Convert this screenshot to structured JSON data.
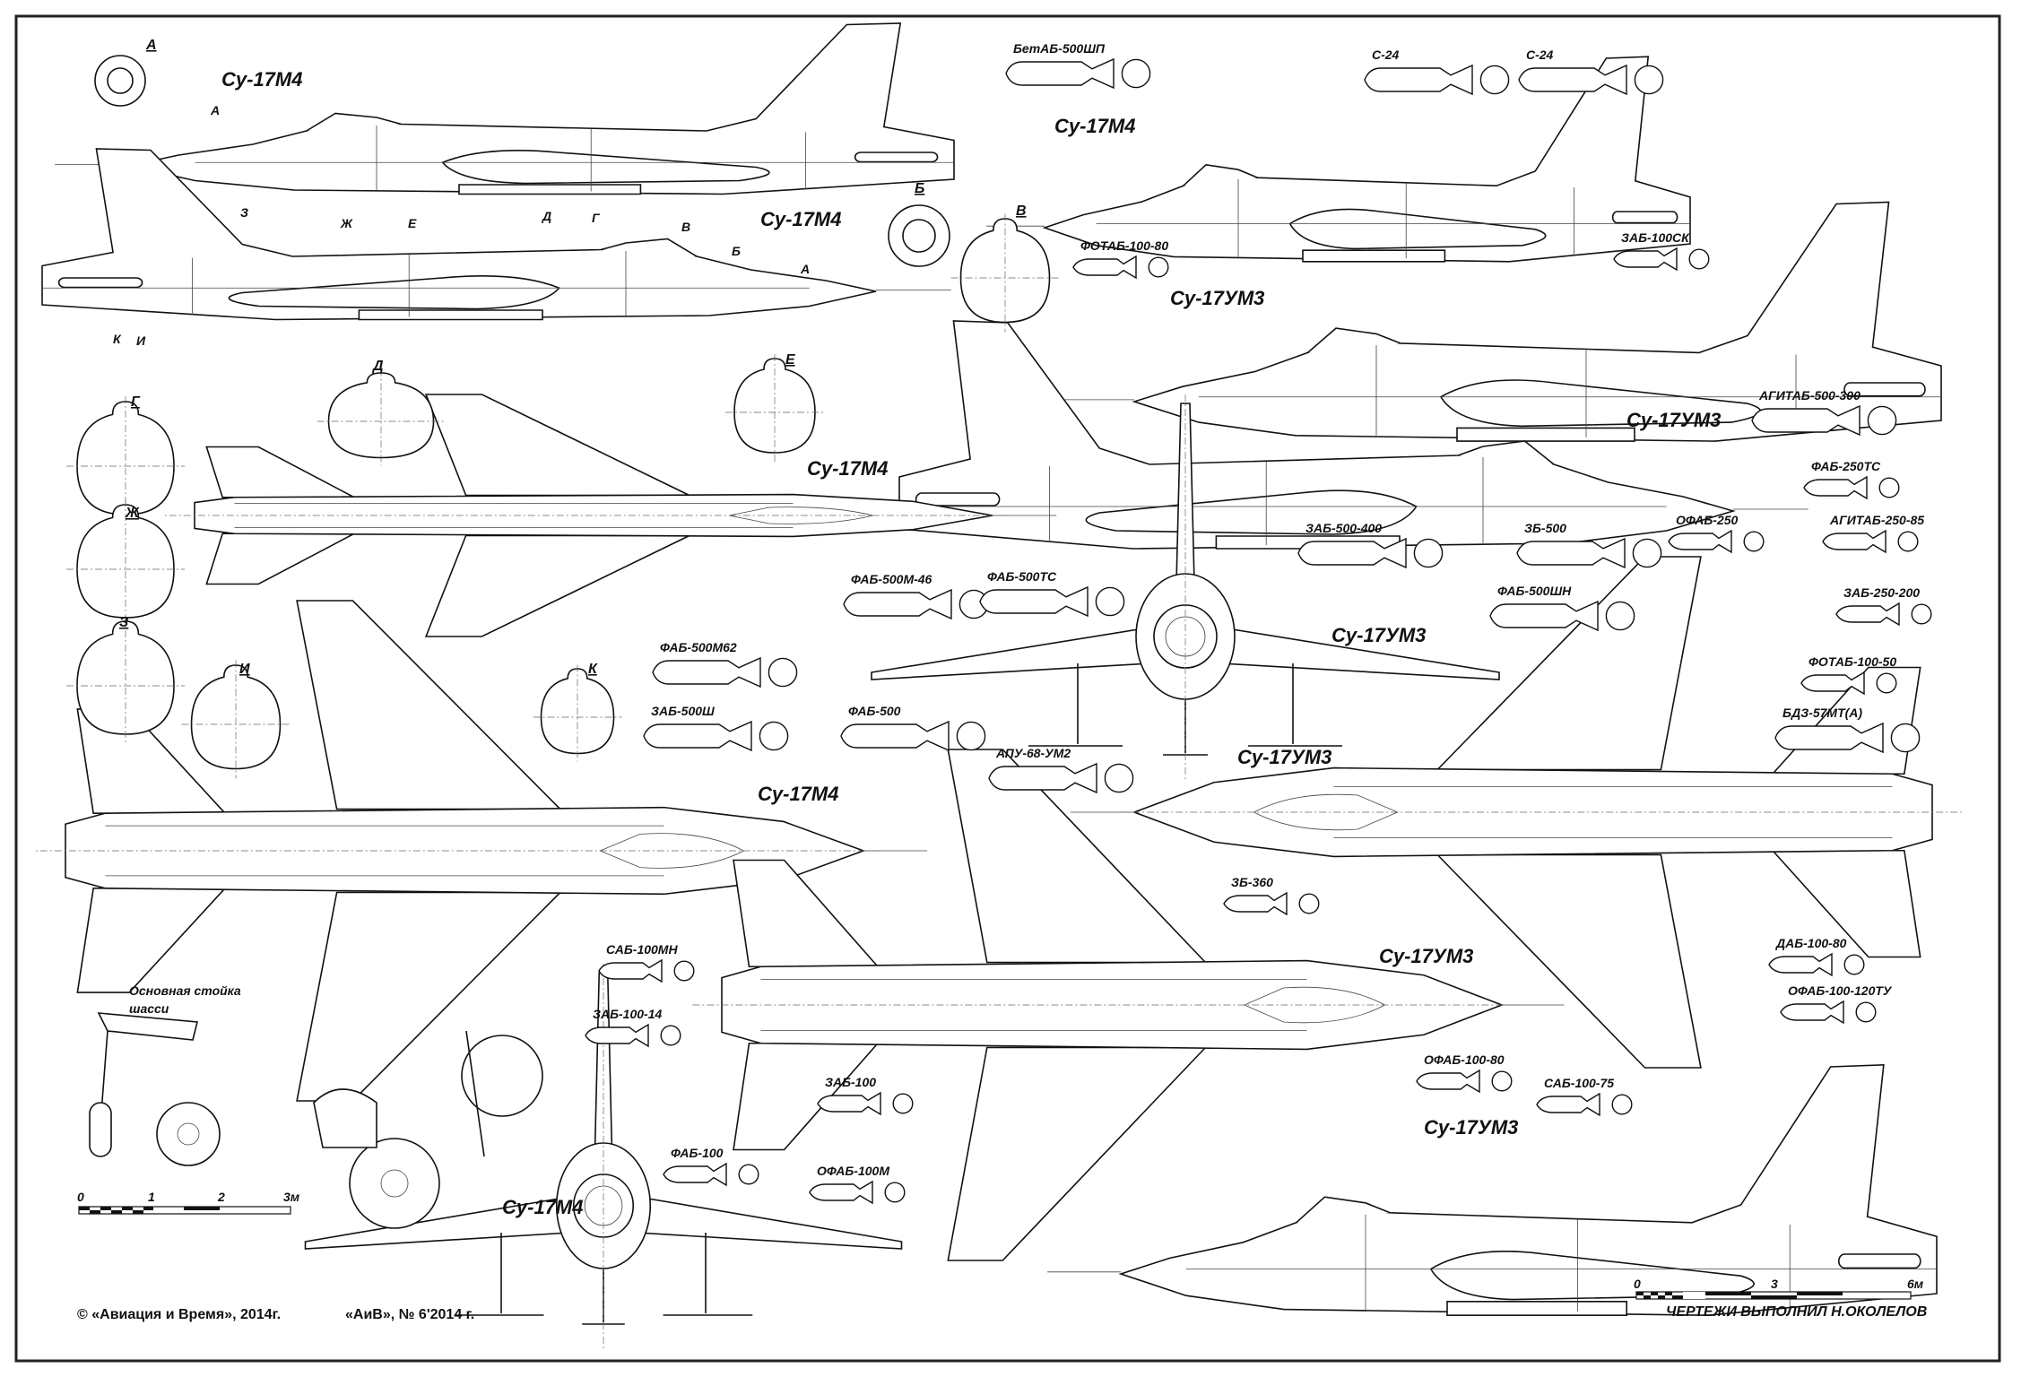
{
  "aircraft_labels": {
    "side_m4_top": "Су-17М4",
    "side_m4_second": "Су-17М4",
    "side_m4_right": "Су-17М4",
    "side_um3_mid": "Су-17УМ3",
    "side_um3_right": "Су-17УМ3",
    "side_um3_bottom": "Су-17УМ3",
    "plan_m4_top": "Су-17М4",
    "plan_m4_bottom": "Су-17М4",
    "plan_um3_right": "Су-17УМ3",
    "plan_um3_bottom": "Су-17УМ3",
    "front_um3": "Су-17УМ3",
    "front_m4": "Су-17М4"
  },
  "sections": [
    "А",
    "Б",
    "В",
    "Г",
    "Д",
    "Е",
    "Ж",
    "З",
    "И",
    "К"
  ],
  "station_marks": [
    "А",
    "Б",
    "В",
    "Г",
    "Д",
    "Е",
    "Ж",
    "З",
    "И",
    "К"
  ],
  "gear_label": [
    "Основная стойка",
    "шасси"
  ],
  "weapons": [
    "БетАБ-500ШП",
    "С-24",
    "С-24",
    "ФОТАБ-100-80",
    "ЗАБ-100СК",
    "АГИТАБ-500-300",
    "ФАБ-250ТС",
    "ОФАБ-250",
    "АГИТАБ-250-85",
    "ЗАБ-500-400",
    "ЗБ-500",
    "ФАБ-500М-46",
    "ФАБ-500ТС",
    "ФАБ-500ШН",
    "ЗАБ-250-200",
    "ФАБ-500М62",
    "ФОТАБ-100-50",
    "ЗАБ-500Ш",
    "ФАБ-500",
    "БДЗ-57МТ(А)",
    "АПУ-68-УМ2",
    "ЗБ-360",
    "САБ-100МН",
    "ДАБ-100-80",
    "ЗАБ-100-14",
    "ОФАБ-100-120ТУ",
    "ОФАБ-100-80",
    "САБ-100-75",
    "ЗАБ-100",
    "ФАБ-100",
    "ОФАБ-100М"
  ],
  "scale_left": {
    "ticks": [
      "0",
      "1",
      "2",
      "3м"
    ]
  },
  "scale_right": {
    "ticks": [
      "0",
      "3",
      "6м"
    ]
  },
  "footer": {
    "copyright": "© «Авиация и Время», 2014г.",
    "issue": "«АиВ», № 6'2014 г.",
    "author": "ЧЕРТЕЖИ  ВЫПОЛНИЛ  Н.ОКОЛЕЛОВ"
  }
}
